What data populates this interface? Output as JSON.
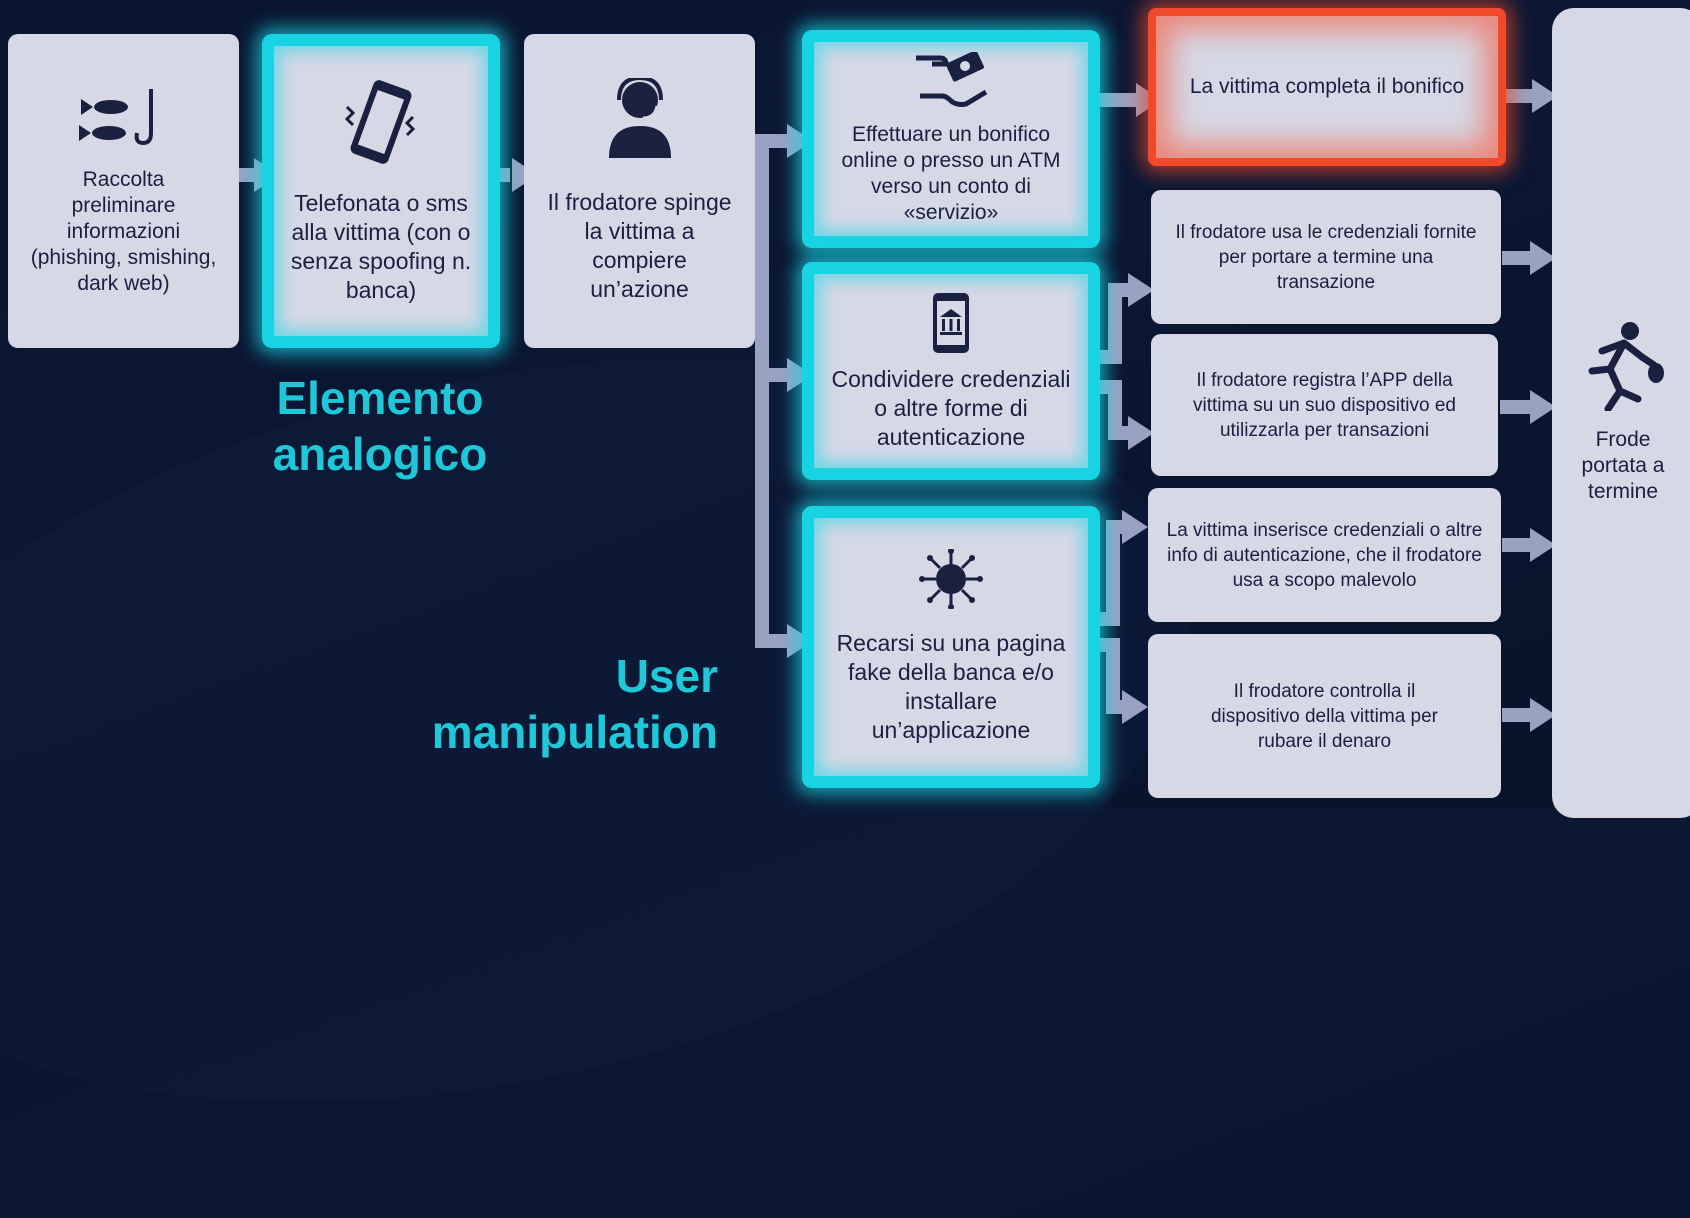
{
  "steps": {
    "raccolta": "Raccolta preliminare informazioni (phishing, smishing, dark web)",
    "telefonata": "Telefonata o sms alla vittima (con o senza spoofing n. banca)",
    "frodatore_spinge": "Il frodatore spinge la vittima a compiere un’azione",
    "bonifico": "Effettuare un bonifico online o presso un ATM verso un conto di «servizio»",
    "condividere": "Condividere credenziali o altre forme di autenticazione",
    "recarsi": "Recarsi su una pagina fake della banca e/o installare un’applicazione"
  },
  "outcomes": {
    "completa_bonifico": "La vittima completa il bonifico",
    "usa_credenziali": "Il frodatore usa le credenziali fornite per portare a termine una transazione",
    "registra_app": "Il frodatore registra l’APP della vittima su un suo dispositivo ed utilizzarla per transazioni",
    "inserisce_credenziali": "La vittima inserisce credenziali o altre info di autenticazione, che il frodatore usa a scopo malevolo",
    "controlla_dispositivo": "Il frodatore  controlla il dispositivo della vittima per rubare il denaro"
  },
  "final": "Frode portata a termine",
  "labels": {
    "elemento_line1": "Elemento",
    "elemento_line2": "analogico",
    "user_line1": "User",
    "user_line2": "manipulation"
  },
  "colors": {
    "background": "#0a1530",
    "box": "#d6d8e6",
    "cyan": "#18d4e3",
    "red": "#f04a2a",
    "arrow": "#9aa2c2",
    "icon": "#1a2140"
  },
  "icons": [
    "fish-hook-icon",
    "vibrating-phone-icon",
    "headset-operator-icon",
    "money-transfer-icon",
    "bank-app-icon",
    "virus-icon",
    "running-thief-icon"
  ]
}
